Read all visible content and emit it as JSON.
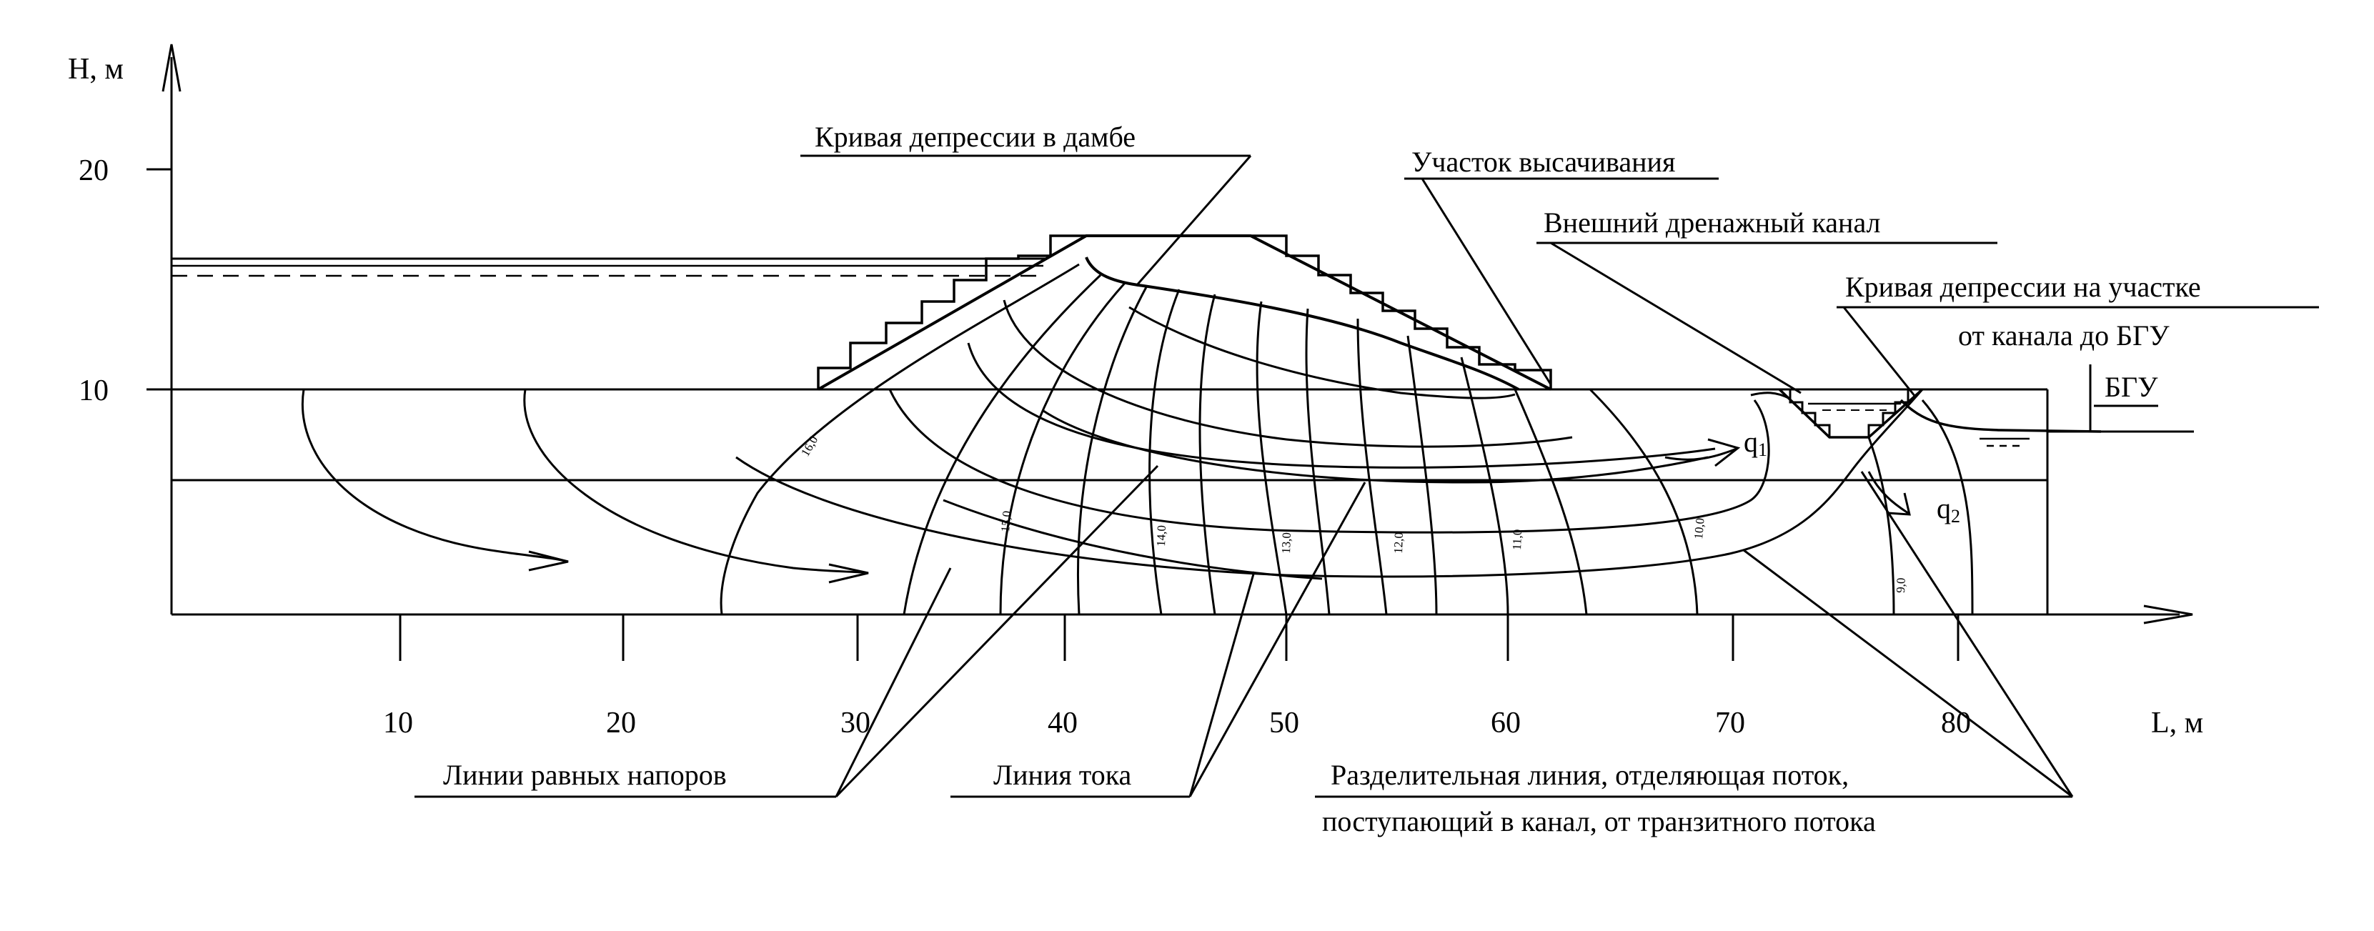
{
  "axes": {
    "y_label": "H, м",
    "x_label": "L, м",
    "y_ticks": [
      "20",
      "10"
    ],
    "x_ticks": [
      "10",
      "20",
      "30",
      "40",
      "50",
      "60",
      "70",
      "80"
    ]
  },
  "labels": {
    "dam_depression_curve": "Кривая депрессии в дамбе",
    "seepage_zone": "Участок высачивания",
    "drainage_canal": "Внешний дренажный канал",
    "canal_depression_line1": "Кривая депрессии на участке",
    "canal_depression_line2": "от канала до БГУ",
    "bgu": "БГУ",
    "equipotential_lines": "Линии равных напоров",
    "stream_line": "Линия тока",
    "divider_line1": "Разделительная линия, отделяющая поток,",
    "divider_line2": "поступающий в канал, от транзитного потока",
    "q1_base": "q",
    "q1_sub": "1",
    "q2_base": "q",
    "q2_sub": "2"
  },
  "head_values": [
    "16,0",
    "15,0",
    "14,0",
    "13,0",
    "12,0",
    "11,0",
    "10,0",
    "9,0"
  ],
  "colors": {
    "ink": "#000000",
    "background": "#ffffff"
  }
}
